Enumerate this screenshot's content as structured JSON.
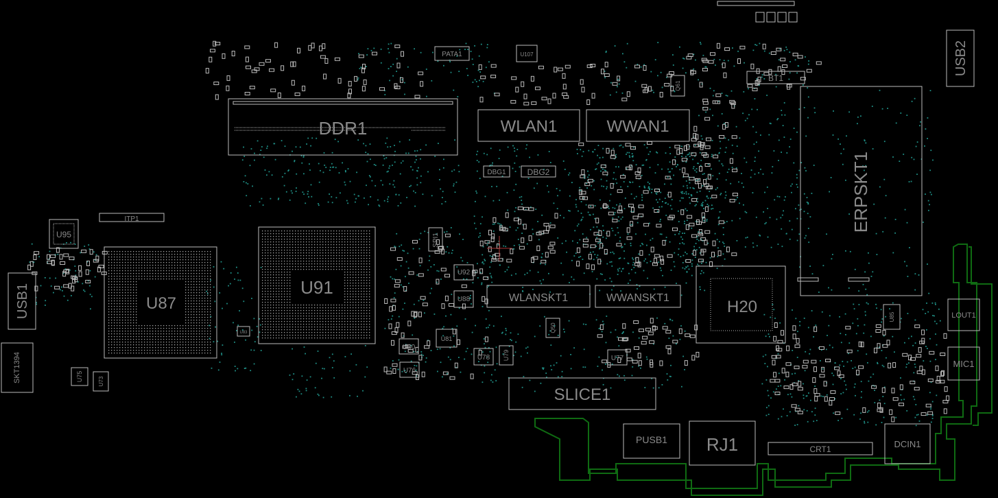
{
  "board": {
    "background": "#000000",
    "outline_color": "#0f6b12",
    "via_color": "#1f8f86",
    "label_color": "#8a8a8a",
    "silk_color": "#bdbdbd"
  },
  "components": [
    {
      "id": "ddr1",
      "label": "DDR1"
    },
    {
      "id": "wlan1",
      "label": "WLAN1"
    },
    {
      "id": "wwan1",
      "label": "WWAN1"
    },
    {
      "id": "erpskt1",
      "label": "ERPSKT1"
    },
    {
      "id": "usb2",
      "label": "USB2"
    },
    {
      "id": "bt1",
      "label": "BT1"
    },
    {
      "id": "pata1",
      "label": "PATA1"
    },
    {
      "id": "u107",
      "label": "U107"
    },
    {
      "id": "q61",
      "label": "Q61"
    },
    {
      "id": "dbg1",
      "label": "DBG1"
    },
    {
      "id": "dbg2",
      "label": "DBG2"
    },
    {
      "id": "itp1",
      "label": "ITP1"
    },
    {
      "id": "u95",
      "label": "U95"
    },
    {
      "id": "usb1",
      "label": "USB1"
    },
    {
      "id": "u87",
      "label": "U87"
    },
    {
      "id": "u91",
      "label": "U91"
    },
    {
      "id": "spi1",
      "label": "SPI1"
    },
    {
      "id": "u92",
      "label": "U92"
    },
    {
      "id": "u88",
      "label": "U88"
    },
    {
      "id": "wlanskt1",
      "label": "WLANSKT1"
    },
    {
      "id": "wwanskt1",
      "label": "WWANSKT1"
    },
    {
      "id": "h20",
      "label": "H20"
    },
    {
      "id": "u85",
      "label": "U85"
    },
    {
      "id": "lout1",
      "label": "LOUT1"
    },
    {
      "id": "mic1",
      "label": "MIC1"
    },
    {
      "id": "skt1394",
      "label": "SKT1394"
    },
    {
      "id": "u75",
      "label": "U75"
    },
    {
      "id": "u73",
      "label": "U73"
    },
    {
      "id": "u83",
      "label": "U83"
    },
    {
      "id": "u81",
      "label": "U81"
    },
    {
      "id": "u80",
      "label": "U80"
    },
    {
      "id": "u76",
      "label": "U76"
    },
    {
      "id": "u78",
      "label": "U78"
    },
    {
      "id": "u79",
      "label": "U79"
    },
    {
      "id": "q50",
      "label": "Q50"
    },
    {
      "id": "u77",
      "label": "U77"
    },
    {
      "id": "slice1",
      "label": "SLICE1"
    },
    {
      "id": "pusb1",
      "label": "PUSB1"
    },
    {
      "id": "rj1",
      "label": "RJ1"
    },
    {
      "id": "crt1",
      "label": "CRT1"
    },
    {
      "id": "dcin1",
      "label": "DCIN1"
    }
  ]
}
